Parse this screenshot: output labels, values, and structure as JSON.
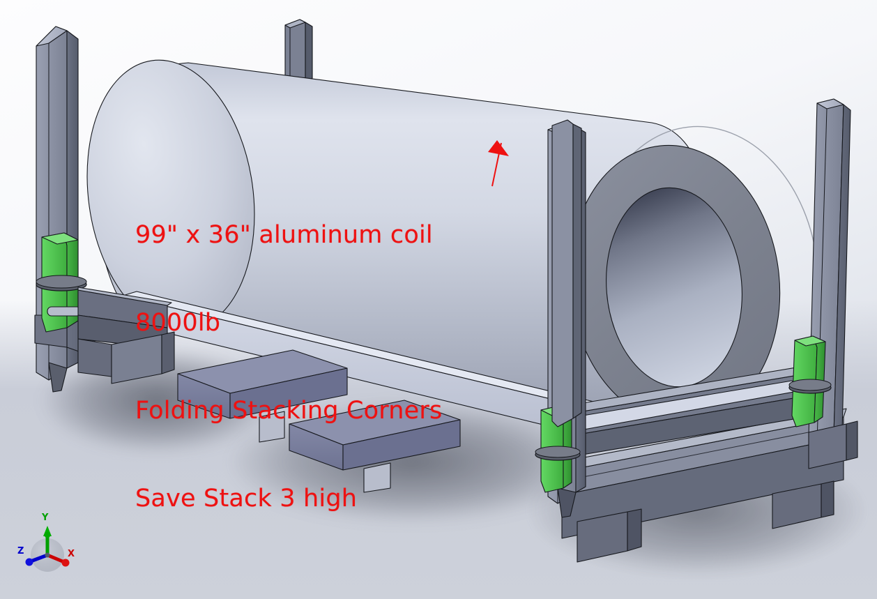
{
  "scene": {
    "kind": "3d-cad-viewport",
    "application_style": "SolidWorks isometric shaded-with-edges render",
    "subject": "Aluminum coil on folding-stacking-corner steel rack"
  },
  "annotation": {
    "color": "#ee1111",
    "lines": [
      "99\" x 36\" aluminum coil",
      "8000lb",
      "Folding Stacking Corners",
      "Save Stack 3 high"
    ],
    "leader": {
      "name": "red-arrow",
      "color": "#ee1111"
    }
  },
  "triad": {
    "name": "view-orientation-triad",
    "axes": [
      {
        "label": "Y",
        "color": "#00a000",
        "direction": "up"
      },
      {
        "label": "X",
        "color": "#cc0000",
        "direction": "right-down"
      },
      {
        "label": "Z",
        "color": "#0000cc",
        "direction": "left-down"
      }
    ]
  },
  "palette": {
    "background_top": "#fdfdfe",
    "background_bottom": "#ced2dc",
    "floor": "#c9cdd8",
    "coil_light": "#d4d9e6",
    "coil_mid": "#b3bac9",
    "coil_dark": "#8d93a4",
    "coil_face_ring": "#7e838f",
    "coil_bore_dark": "#43485a",
    "steel_light": "#b9bfd0",
    "steel_mid": "#8c92a3",
    "steel_dark": "#5d6271",
    "steel_darkest": "#4a4f5d",
    "cross_member": "#7d819c",
    "folding_corner_green": "#55cc55",
    "folding_corner_green_dark": "#35a035",
    "edge_line": "#16181d"
  },
  "parts": {
    "coil": {
      "name": "aluminum-coil",
      "diameter_in": 99,
      "width_in": 36,
      "weight_lb": 8000
    },
    "rack": {
      "name": "coil-rack",
      "stanchions": 4,
      "folding_stacking_corners": 4,
      "base_cross_members": 2,
      "stack_height": 3
    }
  }
}
